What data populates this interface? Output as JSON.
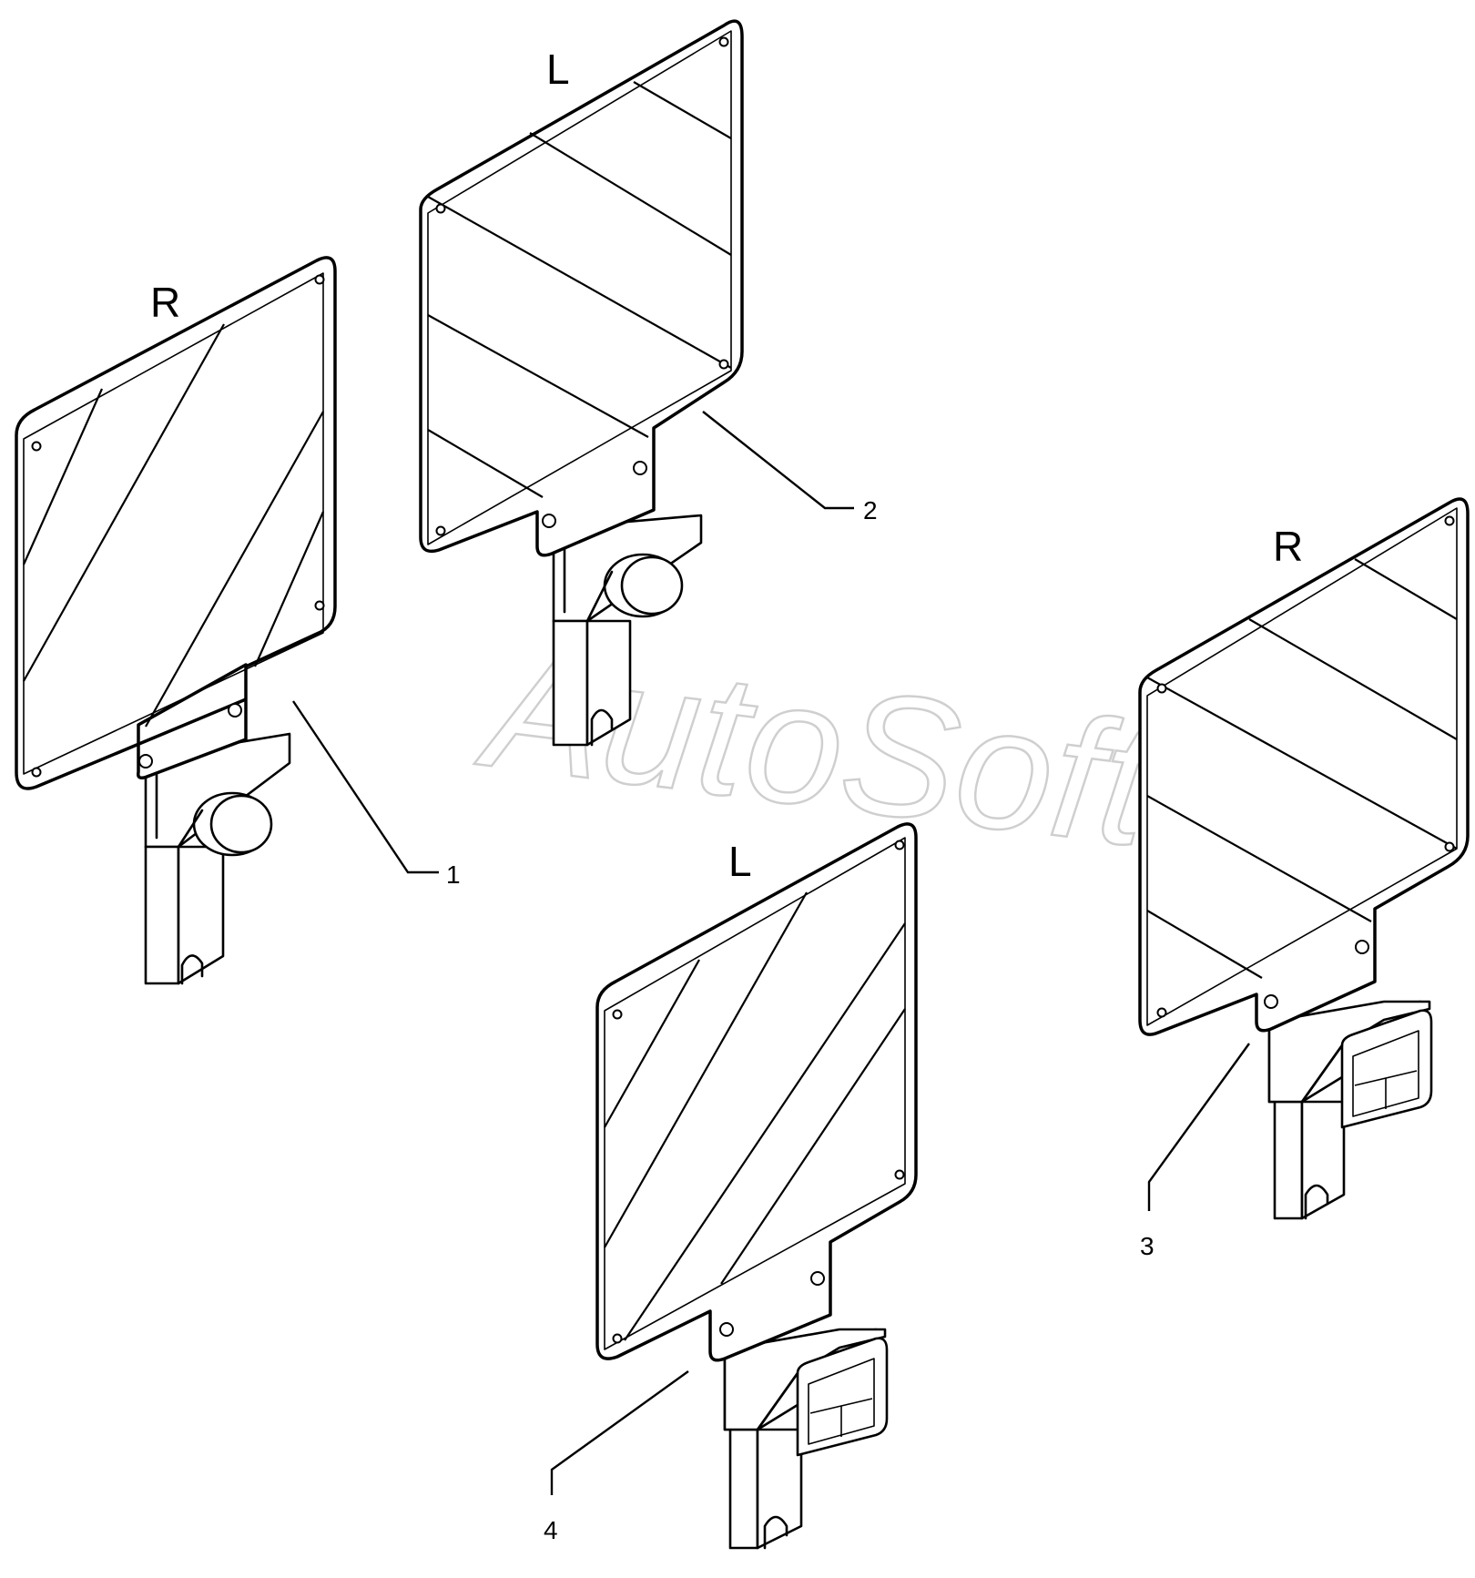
{
  "diagram": {
    "watermark": "AutoSoft",
    "side_labels": {
      "r_top": "R",
      "l_top": "L",
      "l_bottom": "L",
      "r_right": "R"
    },
    "callouts": [
      "1",
      "2",
      "3",
      "4"
    ],
    "parts": [
      {
        "callout": "1",
        "side": "R",
        "lamp": "round"
      },
      {
        "callout": "2",
        "side": "L",
        "lamp": "round"
      },
      {
        "callout": "3",
        "side": "R",
        "lamp": "square"
      },
      {
        "callout": "4",
        "side": "L",
        "lamp": "square"
      }
    ],
    "colors": {
      "line": "#000000",
      "background": "#ffffff",
      "watermark": "#cfcfcf"
    }
  }
}
